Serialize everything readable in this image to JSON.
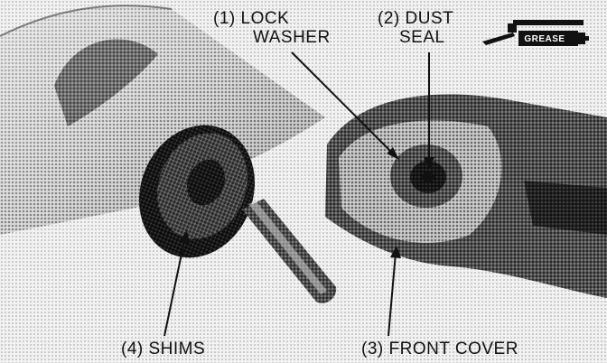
{
  "callouts": {
    "lock_washer": {
      "line1": "(1) LOCK",
      "line2": "WASHER"
    },
    "dust_seal": {
      "line1": "(2) DUST",
      "line2": "SEAL"
    },
    "front_cover": {
      "text": "(3) FRONT COVER"
    },
    "shims": {
      "text": "(4) SHIMS"
    }
  },
  "grease_symbol": {
    "text": "GREASE"
  },
  "colors": {
    "paper": "#f4f4f4",
    "ink": "#111111"
  }
}
